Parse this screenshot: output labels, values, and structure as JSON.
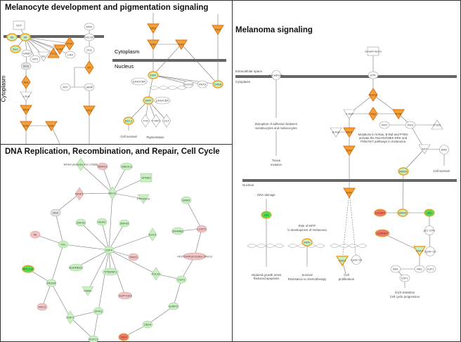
{
  "colors": {
    "orange": "#f5a035",
    "orange_outline": "#f0a020",
    "light_green": "#c8f0c0",
    "bright_green": "#50e050",
    "pink": "#f4c4c4",
    "red": "#f07868",
    "membrane": "#666666"
  },
  "panels": {
    "melanocyte": {
      "title": "Melanocyte development and pigmentation signaling",
      "compartments": {
        "cytoplasm_left": "Cytoplasm",
        "cytoplasm": "Cytoplasm",
        "nucleus": "Nucleus"
      },
      "texts": [
        "Cell survival",
        "Pigmentation"
      ],
      "nodes": [
        {
          "label": "SCF",
          "shape": "rect",
          "style": "white"
        },
        {
          "label": "Kit",
          "shape": "ellipse",
          "style": "orange-green"
        },
        {
          "label": "Kit",
          "shape": "ellipse",
          "style": "orange-green"
        },
        {
          "label": "SHC",
          "shape": "ellipse",
          "style": "orange-green"
        },
        {
          "label": "GRB2",
          "shape": "ellipse",
          "style": "white"
        },
        {
          "label": "APS",
          "shape": "ellipse",
          "style": "white"
        },
        {
          "label": "Src",
          "shape": "triangle",
          "style": "white"
        },
        {
          "label": "PLCγ",
          "shape": "triangle-up",
          "style": "orange"
        },
        {
          "label": "STAT",
          "shape": "triangle",
          "style": "orange"
        },
        {
          "label": "PI3K",
          "shape": "diamond",
          "style": "orange"
        },
        {
          "label": "CRK",
          "shape": "ellipse",
          "style": "white"
        },
        {
          "label": "SOS",
          "shape": "ellipse",
          "style": "gray"
        },
        {
          "label": "Ras",
          "shape": "diamond",
          "style": "orange"
        },
        {
          "label": "c-Raf",
          "shape": "triangle",
          "style": "white"
        },
        {
          "label": "MEK",
          "shape": "triangle",
          "style": "orange"
        },
        {
          "label": "ERK",
          "shape": "triangle",
          "style": "orange"
        },
        {
          "label": "RSK",
          "shape": "triangle",
          "style": "orange"
        },
        {
          "label": "MSH",
          "shape": "ellipse",
          "style": "white"
        },
        {
          "label": "MC1R",
          "shape": "ellipse",
          "style": "white"
        },
        {
          "label": "Gαs",
          "shape": "ellipse",
          "style": "white"
        },
        {
          "label": "AC",
          "shape": "diamond",
          "style": "orange"
        },
        {
          "label": "ATP",
          "shape": "ellipse",
          "style": "white"
        },
        {
          "label": "cAMP",
          "shape": "ellipse",
          "style": "white"
        },
        {
          "label": "PKA",
          "shape": "triangle",
          "style": "orange"
        },
        {
          "label": "MEK",
          "shape": "triangle",
          "style": "orange"
        },
        {
          "label": "ERK",
          "shape": "triangle",
          "style": "orange"
        },
        {
          "label": "RSK",
          "shape": "triangle",
          "style": "orange"
        },
        {
          "label": "PKA",
          "shape": "triangle",
          "style": "orange"
        },
        {
          "label": "MITF",
          "shape": "ellipse",
          "style": "orange-green"
        },
        {
          "label": "p300/CBP",
          "shape": "ellipse",
          "style": "white"
        },
        {
          "label": "SOX10",
          "shape": "ellipse",
          "style": "white"
        },
        {
          "label": "PAX3",
          "shape": "ellipse",
          "style": "white"
        },
        {
          "label": "CREB",
          "shape": "ellipse",
          "style": "orange-green"
        },
        {
          "label": "MITF",
          "shape": "ellipse",
          "style": "orange-green"
        },
        {
          "label": "p300/CBP",
          "shape": "ellipse",
          "style": "white"
        },
        {
          "label": "BCL2",
          "shape": "ellipse",
          "style": "orange-green"
        },
        {
          "label": "TYR",
          "shape": "diamond",
          "style": "white"
        },
        {
          "label": "TYRP1",
          "shape": "diamond",
          "style": "white"
        },
        {
          "label": "DCT",
          "shape": "diamond",
          "style": "white"
        }
      ]
    },
    "dna": {
      "title": "DNA  Replication, Recombination, and Repair, Cell Cycle",
      "nodes": [
        {
          "label": "MSH3 (includes EG:17686)",
          "shape": "diamond",
          "style": "green"
        },
        {
          "label": "NDRG1",
          "shape": "ellipse",
          "style": "pink"
        },
        {
          "label": "UBE2L3",
          "shape": "ellipse",
          "style": "green"
        },
        {
          "label": "KPNA2",
          "shape": "rect",
          "style": "green"
        },
        {
          "label": "MLH1",
          "shape": "diamond",
          "style": "green"
        },
        {
          "label": "PPP2R2A",
          "shape": "triangle",
          "style": "green"
        },
        {
          "label": "BRIP1",
          "shape": "diamond",
          "style": "pink"
        },
        {
          "label": "RFA",
          "shape": "ellipse",
          "style": "gray"
        },
        {
          "label": "Rb",
          "shape": "ellipse",
          "style": "pink"
        },
        {
          "label": "TCL",
          "shape": "ellipse",
          "style": "green"
        },
        {
          "label": "ZNF91",
          "shape": "ellipse",
          "style": "green"
        },
        {
          "label": "HDAC",
          "shape": "ellipse",
          "style": "green"
        },
        {
          "label": "ZNF83",
          "shape": "ellipse",
          "style": "green"
        },
        {
          "label": "ELK3",
          "shape": "diamond",
          "style": "green"
        },
        {
          "label": "E2F4",
          "shape": "ellipse",
          "style": "green"
        },
        {
          "label": "SNW1",
          "shape": "ellipse",
          "style": "green"
        },
        {
          "label": "ZRANB2",
          "shape": "ellipse",
          "style": "green"
        },
        {
          "label": "LCMT1",
          "shape": "ellipse",
          "style": "pink"
        },
        {
          "label": "HIST1H4A (includes others)",
          "shape": "ellipse",
          "style": "pink"
        },
        {
          "label": "PRDX",
          "shape": "ellipse",
          "style": "pink"
        },
        {
          "label": "KHDRBS1",
          "shape": "ellipse",
          "style": "green"
        },
        {
          "label": "TP53INP1",
          "shape": "ellipse",
          "style": "green"
        },
        {
          "label": "POLA1",
          "shape": "diamond",
          "style": "green"
        },
        {
          "label": "CUX1",
          "shape": "ellipse",
          "style": "green"
        },
        {
          "label": "RPL13A",
          "shape": "ellipse",
          "style": "bright-green"
        },
        {
          "label": "PA2G4",
          "shape": "ellipse",
          "style": "green"
        },
        {
          "label": "PSMC",
          "shape": "triangle",
          "style": "green"
        },
        {
          "label": "SUPT16H",
          "shape": "ellipse",
          "style": "pink"
        },
        {
          "label": "RPL5",
          "shape": "ellipse",
          "style": "pink"
        },
        {
          "label": "TOP1",
          "shape": "diamond",
          "style": "green"
        },
        {
          "label": "SFPQ",
          "shape": "ellipse",
          "style": "green"
        },
        {
          "label": "HCFC1",
          "shape": "ellipse",
          "style": "green"
        },
        {
          "label": "EHMT2",
          "shape": "ellipse",
          "style": "green"
        },
        {
          "label": "CBX4",
          "shape": "ellipse",
          "style": "green"
        },
        {
          "label": "YAF2",
          "shape": "ellipse",
          "style": "red"
        }
      ]
    },
    "melanoma": {
      "title": "Melanoma signaling",
      "compartments": {
        "extracellular": "Extracellular space",
        "cytoplasm": "Cytoplasm",
        "nucleus": "Nucleus"
      },
      "texts": [
        "Disruption of adhesion between",
        "keratinocytes and melanocytes",
        "Tissue",
        "invasion",
        "Mutations in N-Ras, B-Raf and PTEN",
        "activate the Ras-Raf-MEK-ERK and",
        "PI3K/AKT pathways in melanoma",
        "Cell survival",
        "DNA damage",
        "Role of MITF",
        "in development of melanoma",
        "Impaired growth arrest",
        "Reduced apoptosis",
        "Survival",
        "Resistance to chemotherapy",
        "Cell",
        "proliferation",
        "G1/S transition",
        "Cell cycle progression"
      ],
      "nodes": [
        {
          "label": "Growth factor",
          "shape": "rect",
          "style": "white"
        },
        {
          "label": "RTK",
          "shape": "ellipse",
          "style": "white"
        },
        {
          "label": "E-Cadherin",
          "shape": "circle",
          "style": "white"
        },
        {
          "label": "N-Ras",
          "shape": "diamond",
          "style": "orange"
        },
        {
          "label": "C-Raf",
          "shape": "triangle",
          "style": "white"
        },
        {
          "label": "Rap",
          "shape": "diamond",
          "style": "orange"
        },
        {
          "label": "PI3K",
          "shape": "triangle",
          "style": "orange"
        },
        {
          "label": "PIP2",
          "shape": "ellipse",
          "style": "white"
        },
        {
          "label": "PIP3",
          "shape": "ellipse",
          "style": "white"
        },
        {
          "label": "PTEN",
          "shape": "triangle-up",
          "style": "white"
        },
        {
          "label": "B-Raf",
          "shape": "triangle",
          "style": "white"
        },
        {
          "label": "MEK",
          "shape": "triangle",
          "style": "orange"
        },
        {
          "label": "ERK",
          "shape": "triangle",
          "style": "orange"
        },
        {
          "label": "AKT",
          "shape": "triangle",
          "style": "white"
        },
        {
          "label": "BAD",
          "shape": "circle",
          "style": "white"
        },
        {
          "label": "MDM2",
          "shape": "ellipse",
          "style": "orange-green"
        },
        {
          "label": "p53",
          "shape": "ellipse",
          "style": "bright-green"
        },
        {
          "label": "ERK",
          "shape": "triangle",
          "style": "orange"
        },
        {
          "label": "MITF",
          "shape": "ellipse",
          "style": "orange-green"
        },
        {
          "label": "CDK4",
          "shape": "triangle",
          "style": "orange-green"
        },
        {
          "label": "Cyclin D1",
          "shape": "circle",
          "style": "white"
        },
        {
          "label": "p14ARF",
          "shape": "ellipse",
          "style": "red"
        },
        {
          "label": "MDM2",
          "shape": "ellipse",
          "style": "orange-green"
        },
        {
          "label": "p53",
          "shape": "ellipse",
          "style": "bright-green"
        },
        {
          "label": "p21 CIP1",
          "shape": "circle",
          "style": "white"
        },
        {
          "label": "p16INK4",
          "shape": "ellipse",
          "style": "red"
        },
        {
          "label": "CDK4",
          "shape": "triangle",
          "style": "orange-green"
        },
        {
          "label": "Cyclin D1",
          "shape": "circle",
          "style": "white"
        },
        {
          "label": "RB1",
          "shape": "ellipse",
          "style": "white"
        },
        {
          "label": "RB1",
          "shape": "ellipse",
          "style": "white"
        },
        {
          "label": "E2F1",
          "shape": "ellipse",
          "style": "white"
        },
        {
          "label": "E2F1",
          "shape": "ellipse",
          "style": "white"
        }
      ]
    }
  }
}
